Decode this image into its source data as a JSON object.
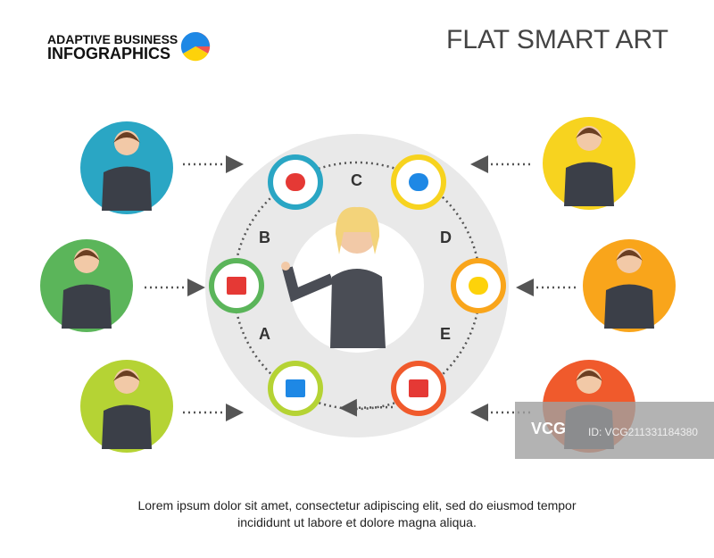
{
  "header": {
    "logo_line1": "ADAPTIVE BUSINESS",
    "logo_line2": "INFOGRAPHICS",
    "title": "FLAT SMART ART"
  },
  "diagram": {
    "letters": [
      "A",
      "B",
      "C",
      "D",
      "E"
    ],
    "icons": [
      {
        "name": "alarm-clock-icon",
        "color": "#2aa6c4"
      },
      {
        "name": "magnifier-icon",
        "color": "#f7d31f"
      },
      {
        "name": "phone-icon",
        "color": "#5bb55a"
      },
      {
        "name": "lightbulb-icon",
        "color": "#f9a51b"
      },
      {
        "name": "calendar-icon",
        "color": "#b5d334"
      },
      {
        "name": "envelope-icon",
        "color": "#f05a2c"
      }
    ],
    "people_colors": [
      "#2aa6c4",
      "#5bb55a",
      "#b5d334",
      "#f7d31f",
      "#f9a51b",
      "#f05a2c"
    ]
  },
  "caption": {
    "line1": "Lorem ipsum dolor sit amet, consectetur adipiscing elit, sed do eiusmod tempor",
    "line2": "incididunt ut labore et dolore magna aliqua."
  },
  "watermark": {
    "brand": "VCG",
    "id": "ID: VCG211331184380"
  }
}
